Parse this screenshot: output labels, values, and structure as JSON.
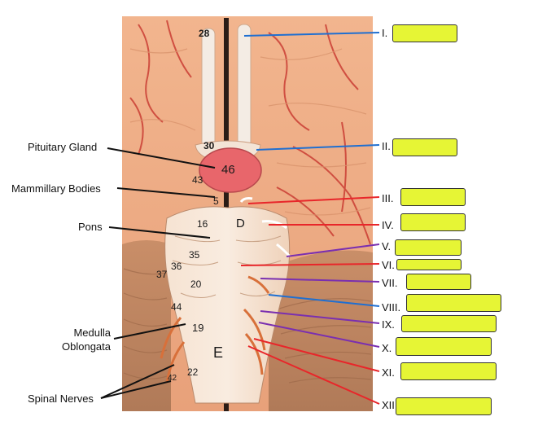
{
  "left_labels": {
    "pituitary_gland": "Pituitary Gland",
    "mammillary_bodies": "Mammillary Bodies",
    "pons": "Pons",
    "medulla_line1": "Medulla",
    "medulla_line2": "Oblongata",
    "spinal_nerves": "Spinal Nerves"
  },
  "nerve_labels": [
    "I.",
    "II.",
    "III.",
    "IV.",
    "V.",
    "VI.",
    "VII.",
    "VIII.",
    "IX.",
    "X.",
    "XI.",
    "XII."
  ],
  "model_numbers": {
    "n28": "28",
    "n30": "30",
    "n46": "46",
    "n43": "43",
    "n5": "5",
    "n16": "16",
    "D": "D",
    "n35": "35",
    "n36": "36",
    "n37": "37",
    "n20": "20",
    "n44": "44",
    "n19": "19",
    "E": "E",
    "n22": "22",
    "n42": "42"
  },
  "colors": {
    "olfactory_optic_line": "#1f6fd1",
    "motor_line": "#e8262a",
    "mixed_line": "#7a2fb0",
    "vestibulocochlear_line": "#1f6fd1",
    "answer_box": "#e6f535"
  }
}
